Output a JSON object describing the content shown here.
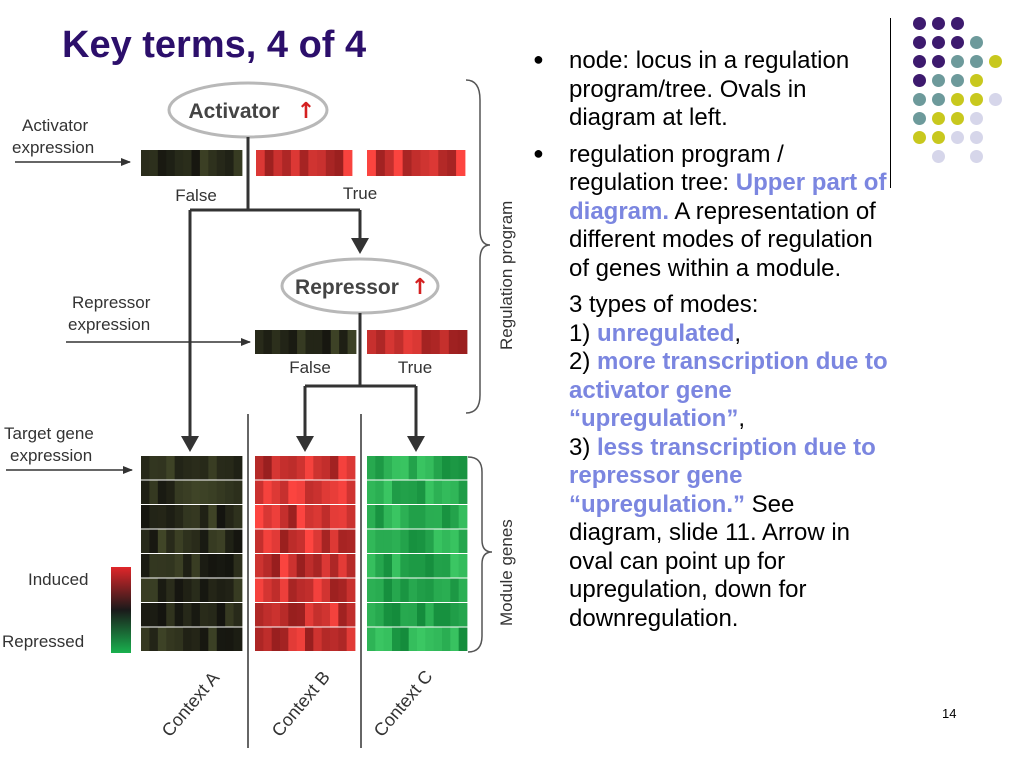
{
  "slide": {
    "title": "Key terms, 4 of 4",
    "number": "14"
  },
  "colors": {
    "title": "#2c0f6b",
    "highlight": "#7b86e0",
    "dot_purple": "#3d1a6e",
    "dot_teal": "#6d9a9b",
    "dot_yellow": "#c8c81e",
    "dot_lavender": "#d6d6ea",
    "heat_red": "#d8373a",
    "heat_green": "#2eaa4e",
    "heat_dark": "#1c1410"
  },
  "body": {
    "bullet1": "node: locus in a regulation program/tree. Ovals in diagram at left.",
    "bullet2_pre": "regulation program / regulation tree: ",
    "bullet2_hl": "Upper part of diagram.",
    "bullet2_post": " A representation of different modes of regulation of genes within a module.",
    "modes_intro": "3 types of modes:",
    "mode1_num": "1) ",
    "mode1_hl": "unregulated",
    "mode1_post": ",",
    "mode2_num": "2) ",
    "mode2_hl": "more transcription due to activator gene “upregulation”",
    "mode2_post": ",",
    "mode3_num": "3) ",
    "mode3_hl": "less transcription due to repressor gene “upregulation.”",
    "mode3_post": " See diagram, slide 11. Arrow in oval can point up for upregulation, down for downregulation."
  },
  "diagram": {
    "activator_label": "Activator",
    "repressor_label": "Repressor",
    "up_arrow": "↑",
    "activator_expression_line1": "Activator",
    "activator_expression_line2": "expression",
    "repressor_expression_line1": "Repressor",
    "repressor_expression_line2": "expression",
    "target_expression_line1": "Target gene",
    "target_expression_line2": "expression",
    "false_label": "False",
    "true_label": "True",
    "regulation_program": "Regulation program",
    "module_genes": "Module genes",
    "induced": "Induced",
    "repressed": "Repressed",
    "context_a": "Context A",
    "context_b": "Context B",
    "context_c": "Context C"
  }
}
